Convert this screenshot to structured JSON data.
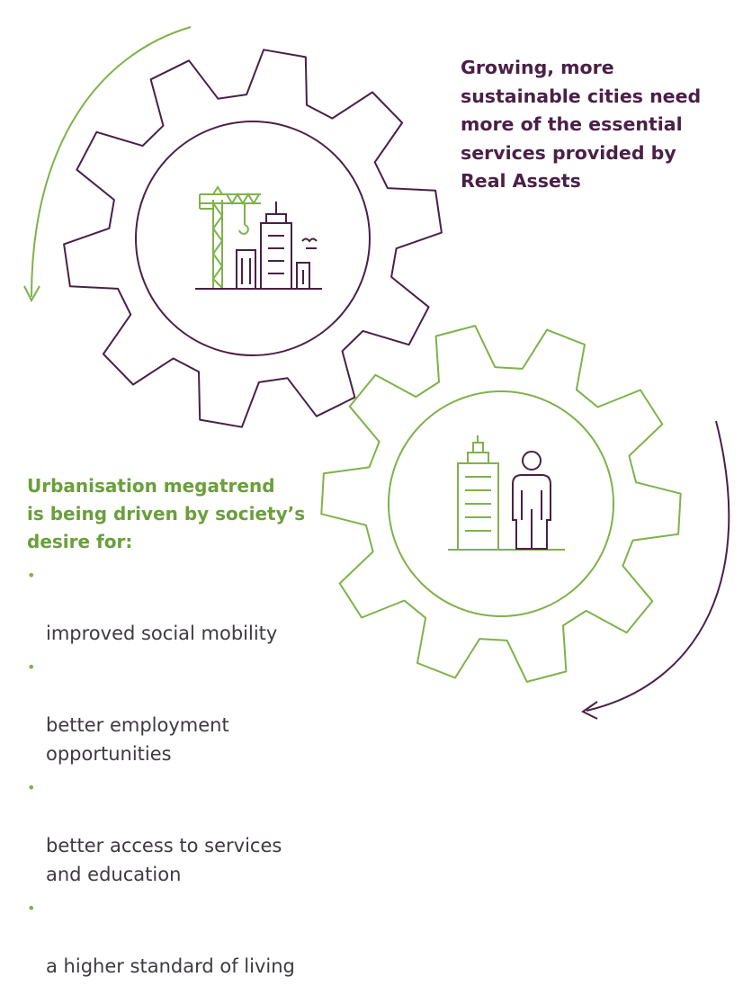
{
  "headline_real_assets": "Growing, more\nsustainable cities need\nmore of the essential\nservices provided by\nReal Assets",
  "headline_urbanisation": "Urbanisation megatrend\nis being driven by society’s\ndesire for:",
  "drivers": [
    "improved social mobility",
    "better employment\nopportunities",
    "better access to services\nand education",
    "a higher standard of living"
  ],
  "colors": {
    "purple": "#4a2046",
    "green": "#6a9f3a",
    "text": "#3e3a40"
  },
  "icons": {
    "top_gear": "construction-crane-city-icon",
    "bottom_gear": "person-building-icon"
  }
}
